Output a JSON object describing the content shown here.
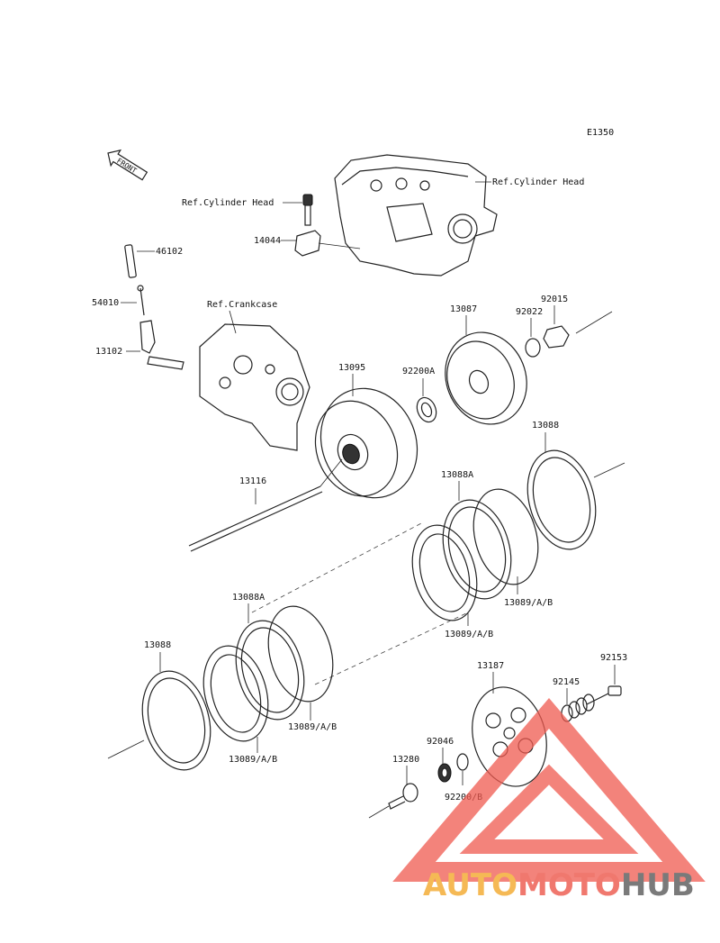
{
  "diagram": {
    "code": "E1350",
    "front_label": "FRONT",
    "labels": {
      "ref_cyl_head_top": "Ref.Cylinder Head",
      "ref_cyl_head_left": "Ref.Cylinder Head",
      "p14044": "14044",
      "p46102": "46102",
      "p54010": "54010",
      "ref_crankcase": "Ref.Crankcase",
      "p13102": "13102",
      "p13095": "13095",
      "p13087": "13087",
      "p92022": "92022",
      "p92015": "92015",
      "p92200A": "92200A",
      "p13116": "13116",
      "p13088_right": "13088",
      "p13088A_right": "13088A",
      "p13089_right": "13089/A/B",
      "p13089_mid": "13089/A/B",
      "p13088A_left": "13088A",
      "p13088_left": "13088",
      "p13089_left_a": "13089/A/B",
      "p13089_left_b": "13089/A/B",
      "p13187": "13187",
      "p92153": "92153",
      "p92145": "92145",
      "p92046": "92046",
      "p13280": "13280",
      "p92200B": "92200/B"
    }
  },
  "watermark": {
    "word_a": "AUTO",
    "word_b": "MOTO",
    "word_c": "HUB",
    "color_a": "#f5b955",
    "color_b": "#f0786e",
    "color_c": "#7a7a7a",
    "logo_color": "#f05a50"
  }
}
